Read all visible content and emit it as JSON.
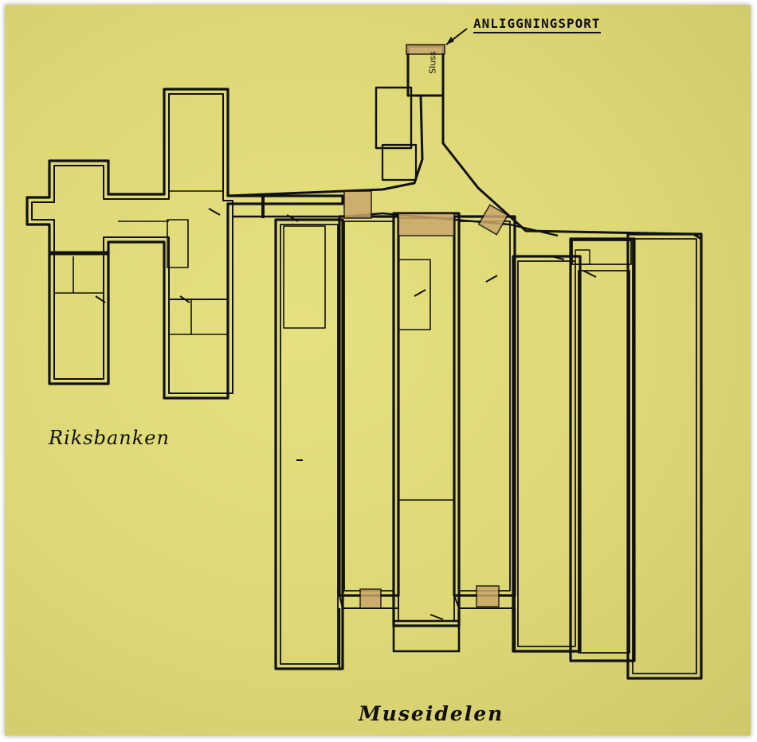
{
  "labels": {
    "riksbanken": "Riksbanken",
    "museidelen": "Museidelen",
    "anliggningsport": "ANLIGGNINGSPORT",
    "sluss": "Sluss"
  },
  "colors": {
    "paper": "#ddd775",
    "ink": "#111111",
    "door_fill": "#c9a66b"
  }
}
